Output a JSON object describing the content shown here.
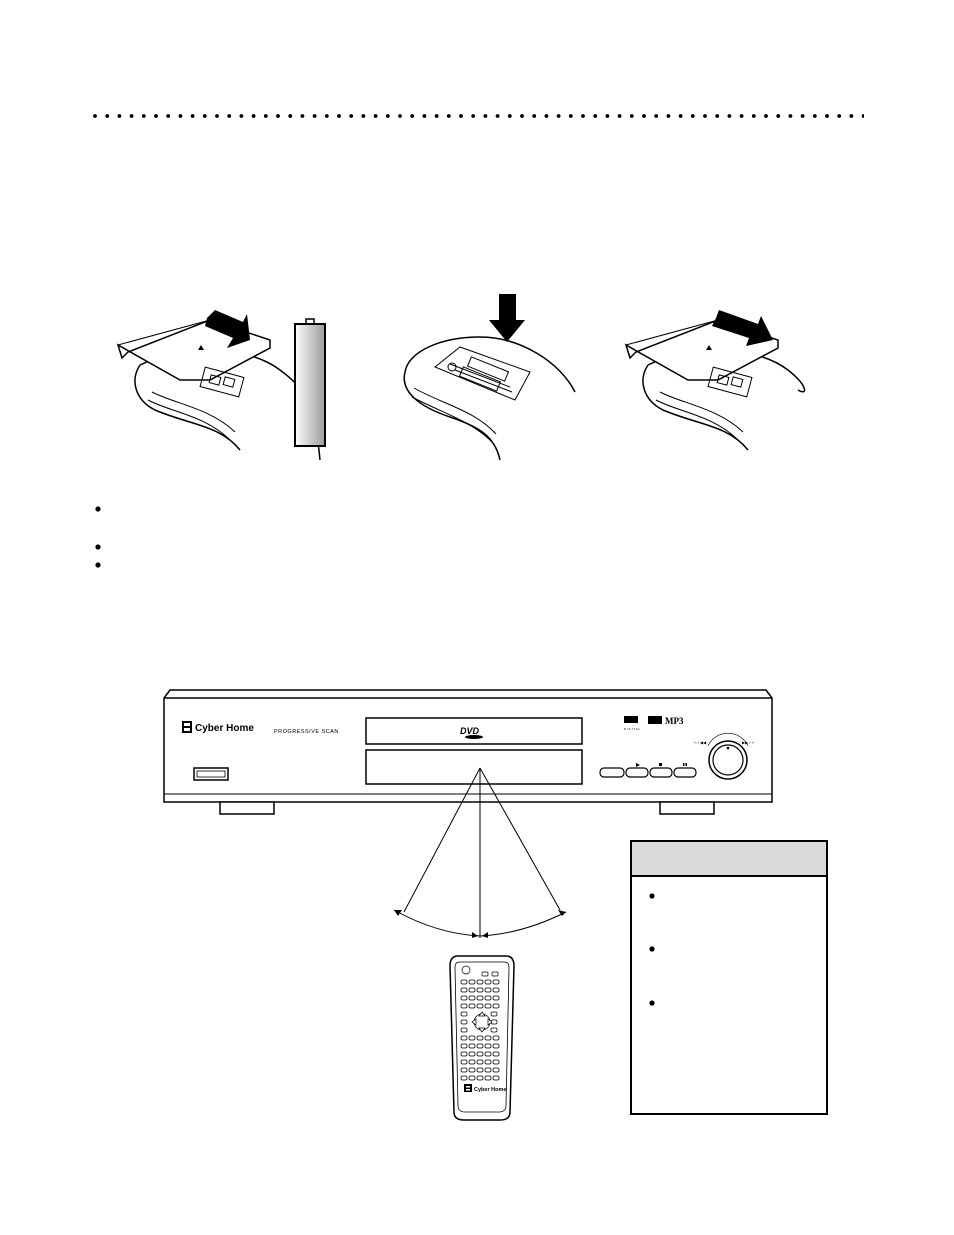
{
  "page": {
    "bullets": [
      {
        "marker": "•",
        "text": ""
      },
      {
        "marker": "•",
        "text": ""
      },
      {
        "marker": "•",
        "text": ""
      }
    ]
  },
  "player": {
    "brand": "Cyber Home",
    "model_text": "PROGRESSIVE SCAN",
    "disc_logo": "DVD",
    "format_logo": "MP3"
  },
  "remote": {
    "brand": "Cyber Home"
  },
  "tipbox": {
    "title": "",
    "tips": [
      {
        "marker": "•",
        "text": ""
      },
      {
        "marker": "•",
        "text": ""
      },
      {
        "marker": "•",
        "text": ""
      }
    ]
  },
  "icons": {
    "arrow_icon": "thick-arrow-icon",
    "battery_icon": "aa-battery-icon",
    "player_icon": "dvd-player-icon",
    "remote_icon": "remote-control-icon"
  }
}
